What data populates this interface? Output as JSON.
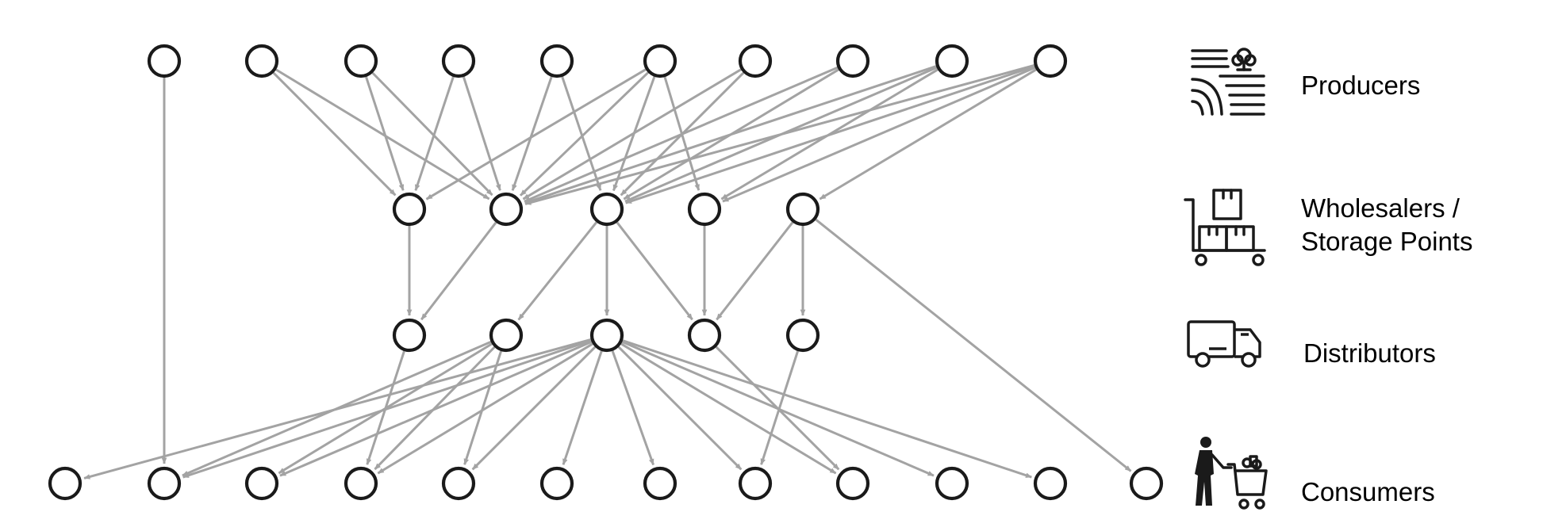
{
  "diagram": {
    "levels": [
      {
        "id": "producers",
        "count": 10
      },
      {
        "id": "wholesalers",
        "count": 5
      },
      {
        "id": "distributors",
        "count": 5
      },
      {
        "id": "consumers",
        "count": 12
      }
    ],
    "edges": {
      "producers_to_wholesalers": [
        [
          0,
          "C1"
        ],
        [
          1,
          0
        ],
        [
          1,
          1
        ],
        [
          2,
          0
        ],
        [
          2,
          1
        ],
        [
          3,
          0
        ],
        [
          3,
          1
        ],
        [
          4,
          1
        ],
        [
          4,
          2
        ],
        [
          5,
          0
        ],
        [
          5,
          1
        ],
        [
          5,
          2
        ],
        [
          5,
          3
        ],
        [
          6,
          1
        ],
        [
          6,
          2
        ],
        [
          7,
          1
        ],
        [
          7,
          2
        ],
        [
          8,
          1
        ],
        [
          8,
          2
        ],
        [
          8,
          3
        ],
        [
          9,
          1
        ],
        [
          9,
          2
        ],
        [
          9,
          3
        ],
        [
          9,
          4
        ]
      ],
      "wholesalers_to_distributors": [
        [
          0,
          0
        ],
        [
          1,
          0
        ],
        [
          2,
          1
        ],
        [
          2,
          2
        ],
        [
          2,
          3
        ],
        [
          3,
          3
        ],
        [
          4,
          3
        ],
        [
          4,
          4
        ],
        [
          4,
          "C11"
        ]
      ],
      "distributors_to_consumers": [
        [
          0,
          3
        ],
        [
          1,
          1
        ],
        [
          1,
          2
        ],
        [
          1,
          3
        ],
        [
          1,
          4
        ],
        [
          2,
          0
        ],
        [
          2,
          1
        ],
        [
          2,
          2
        ],
        [
          2,
          3
        ],
        [
          2,
          4
        ],
        [
          2,
          5
        ],
        [
          2,
          6
        ],
        [
          2,
          7
        ],
        [
          2,
          8
        ],
        [
          2,
          9
        ],
        [
          2,
          10
        ],
        [
          3,
          8
        ],
        [
          4,
          7
        ]
      ]
    },
    "colors": {
      "edge": "#a3a3a3",
      "arrowhead": "#a3a3a3",
      "node_stroke": "#1a1a1a",
      "node_fill": "#ffffff",
      "icon": "#1a1a1a"
    }
  },
  "legend": {
    "producers": {
      "icon": "farm-field-icon",
      "label": "Producers"
    },
    "wholesalers": {
      "icon": "warehouse-cart-icon",
      "label_line1": "Wholesalers /",
      "label_line2": "Storage Points"
    },
    "distributors": {
      "icon": "delivery-truck-icon",
      "label": "Distributors"
    },
    "consumers": {
      "icon": "shopper-cart-icon",
      "label": "Consumers"
    }
  }
}
